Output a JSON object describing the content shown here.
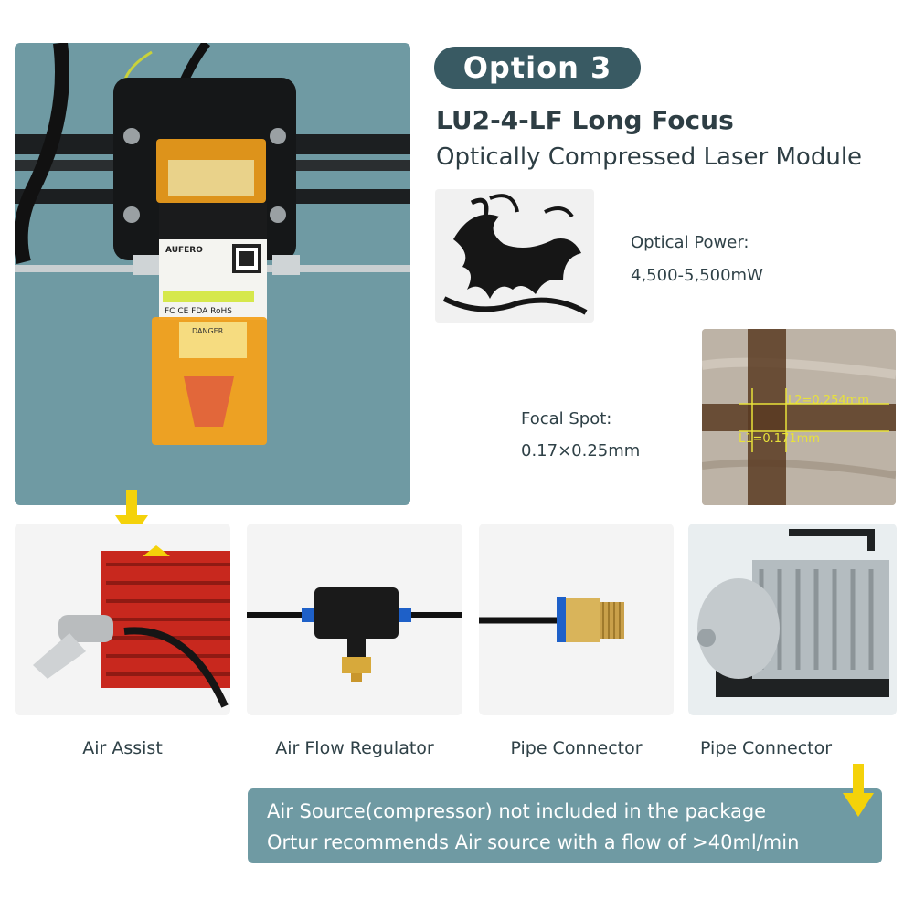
{
  "header": {
    "option_label": "Option 3",
    "title": "LU2-4-LF Long Focus",
    "subtitle": "Optically Compressed Laser Module"
  },
  "specs": {
    "power_label": "Optical Power:",
    "power_value": "4,500-5,500mW",
    "spot_label": "Focal Spot:",
    "spot_value": "0.17×0.25mm"
  },
  "measurement": {
    "l1": "L1=0.171mm",
    "l2": "L2=0.254mm"
  },
  "module_label": {
    "brand": "AUFERO",
    "cert": "FC CE FDA RoHS",
    "warning": "DANGER"
  },
  "accessories": [
    {
      "label": "Air Assist"
    },
    {
      "label": "Air Flow Regulator"
    },
    {
      "label": "Pipe Connector"
    },
    {
      "label": "Pipe Connector"
    }
  ],
  "note": {
    "line1": "Air Source(compressor) not included in the package",
    "line2": "Ortur recommends Air source with a flow of >40ml/min"
  },
  "colors": {
    "accent_teal": "#395a63",
    "panel_bg": "#6f9aa3",
    "arrow_yellow": "#f4d20a",
    "laser_orange": "#f3a11c",
    "air_assist_red": "#c8281e"
  }
}
